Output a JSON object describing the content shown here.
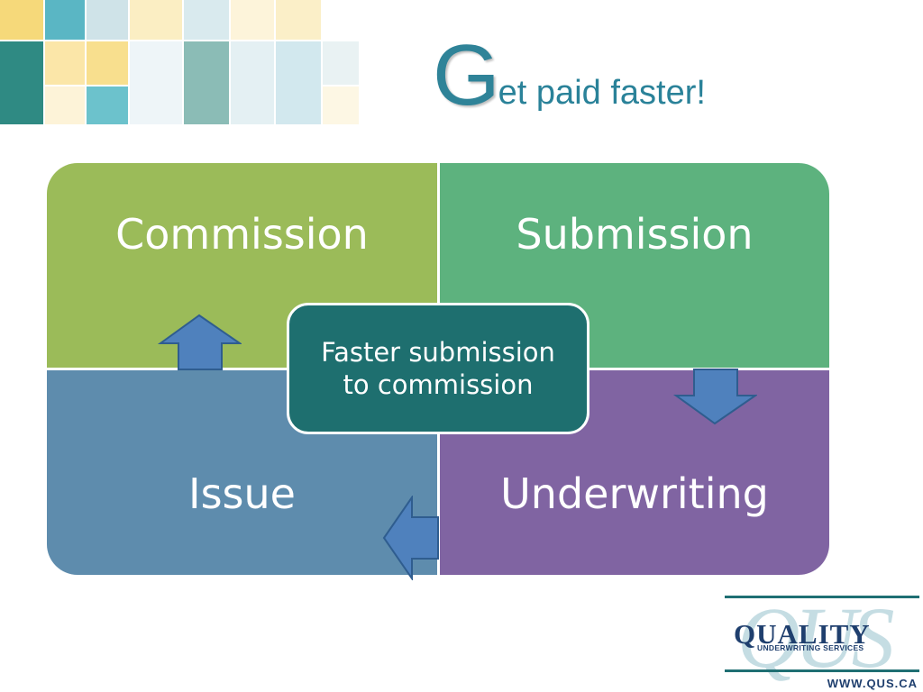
{
  "title": {
    "initial": "G",
    "rest": "et paid faster!"
  },
  "diagram": {
    "quadrants": [
      {
        "label": "Commission",
        "color": "#9bbb59"
      },
      {
        "label": "Submission",
        "color": "#5db27e"
      },
      {
        "label": "Issue",
        "color": "#5e8cad"
      },
      {
        "label": "Underwriting",
        "color": "#8064a2"
      }
    ],
    "center": {
      "line1": "Faster submission",
      "line2": "to commission",
      "color": "#1e6f6f"
    },
    "arrow_color": "#4f81bd",
    "arrows": [
      {
        "name": "arrow-up-icon",
        "direction": "up"
      },
      {
        "name": "arrow-down-icon",
        "direction": "down"
      },
      {
        "name": "arrow-left-icon",
        "direction": "left"
      }
    ]
  },
  "logo": {
    "letters": "QUS",
    "name": "QUALITY",
    "tagline": "UNDERWRITING SERVICES",
    "url": "WWW.QUS.CA"
  }
}
